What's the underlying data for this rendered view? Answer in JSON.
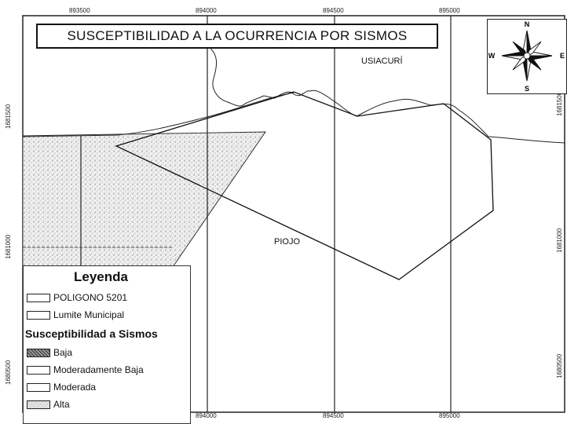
{
  "map": {
    "title": "SUSCEPTIBILIDAD A LA OCURRENCIA POR SISMOS",
    "places": {
      "usiacuri": "USIACURÍ",
      "piojo": "PIOJO"
    },
    "x_ticks": [
      "893500",
      "894000",
      "894500",
      "895000"
    ],
    "y_ticks": [
      "1681500",
      "1681000",
      "1680500"
    ],
    "y_ticks_right": [
      "1681500",
      "1681000",
      "1680500"
    ]
  },
  "compass": {
    "n": "N",
    "s": "S",
    "e": "E",
    "w": "W"
  },
  "legend": {
    "title": "Leyenda",
    "items": [
      {
        "label": "POLIGONO 5201"
      },
      {
        "label": "Lumite Municipal"
      }
    ],
    "subtitle": "Susceptibilidad a Sismos",
    "classes": [
      {
        "label": "Baja",
        "style": "baja"
      },
      {
        "label": "Moderadamente Baja",
        "style": "mod-baja"
      },
      {
        "label": "Moderada",
        "style": "moderada"
      },
      {
        "label": "Alta",
        "style": "alta"
      }
    ]
  }
}
